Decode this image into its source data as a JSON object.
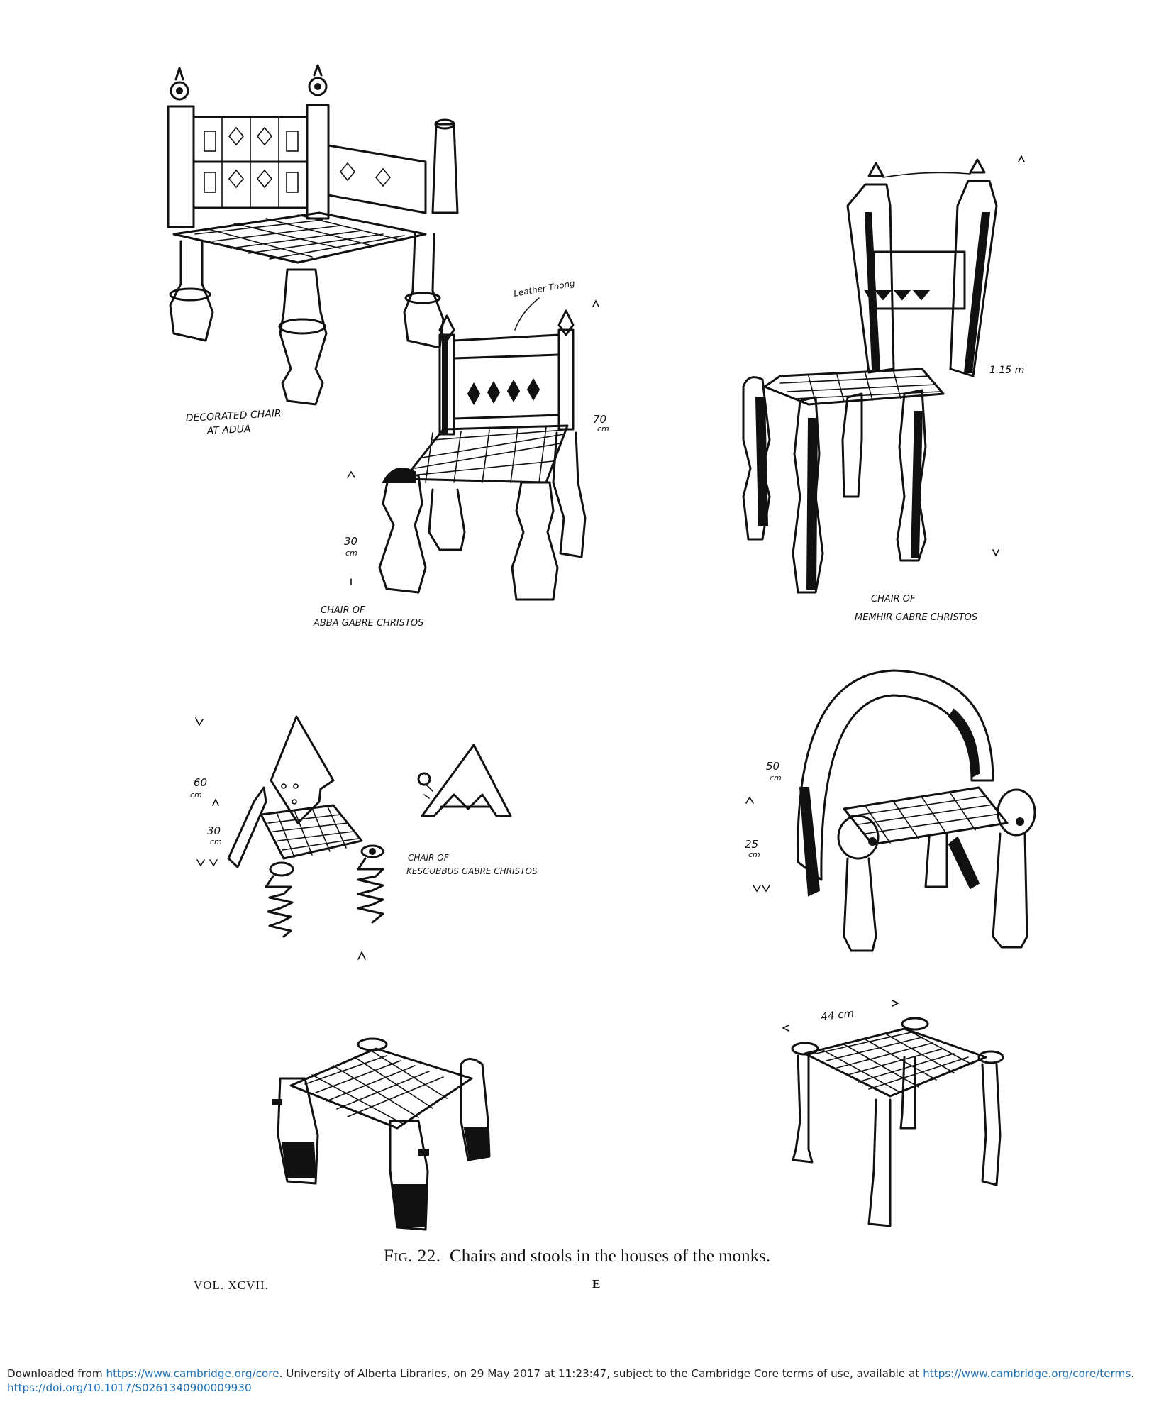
{
  "figure": {
    "labels": {
      "decorated_chair": [
        "DECORATED CHAIR",
        "AT ADUA"
      ],
      "leather_thong": "Leather Thong",
      "abba_height": [
        "70",
        "cm"
      ],
      "abba_seat": [
        "30",
        "cm"
      ],
      "abba_caption": [
        "CHAIR OF",
        "ABBA GABRE CHRISTOS"
      ],
      "memhir_height": "1.15 m",
      "memhir_caption": [
        "CHAIR OF",
        "MEMHIR GABRE CHRISTOS"
      ],
      "kesgubbus_height": [
        "60",
        "cm"
      ],
      "kesgubbus_seat": [
        "30",
        "cm"
      ],
      "kesgubbus_caption": [
        "CHAIR OF",
        "KESGUBBUS GABRE CHRISTOS"
      ],
      "arch_height": [
        "50",
        "cm"
      ],
      "arch_seat": [
        "25",
        "cm"
      ],
      "stool_width": "44 cm"
    },
    "caption_prefix": "Fig. 22.",
    "caption_text": "Chairs and stools in the houses of the monks."
  },
  "page": {
    "volume": "VOL. XCVII.",
    "signature": "E"
  },
  "footer": {
    "prefix": "Downloaded from ",
    "link1": "https://www.cambridge.org/core",
    "middle": ". University of Alberta Libraries, on 29 May 2017 at 11:23:47, subject to the Cambridge Core terms of use, available at ",
    "link2": "https://www.cambridge.org/core/terms",
    "suffix": ".",
    "doi": "https://doi.org/10.1017/S0261340900009930"
  }
}
